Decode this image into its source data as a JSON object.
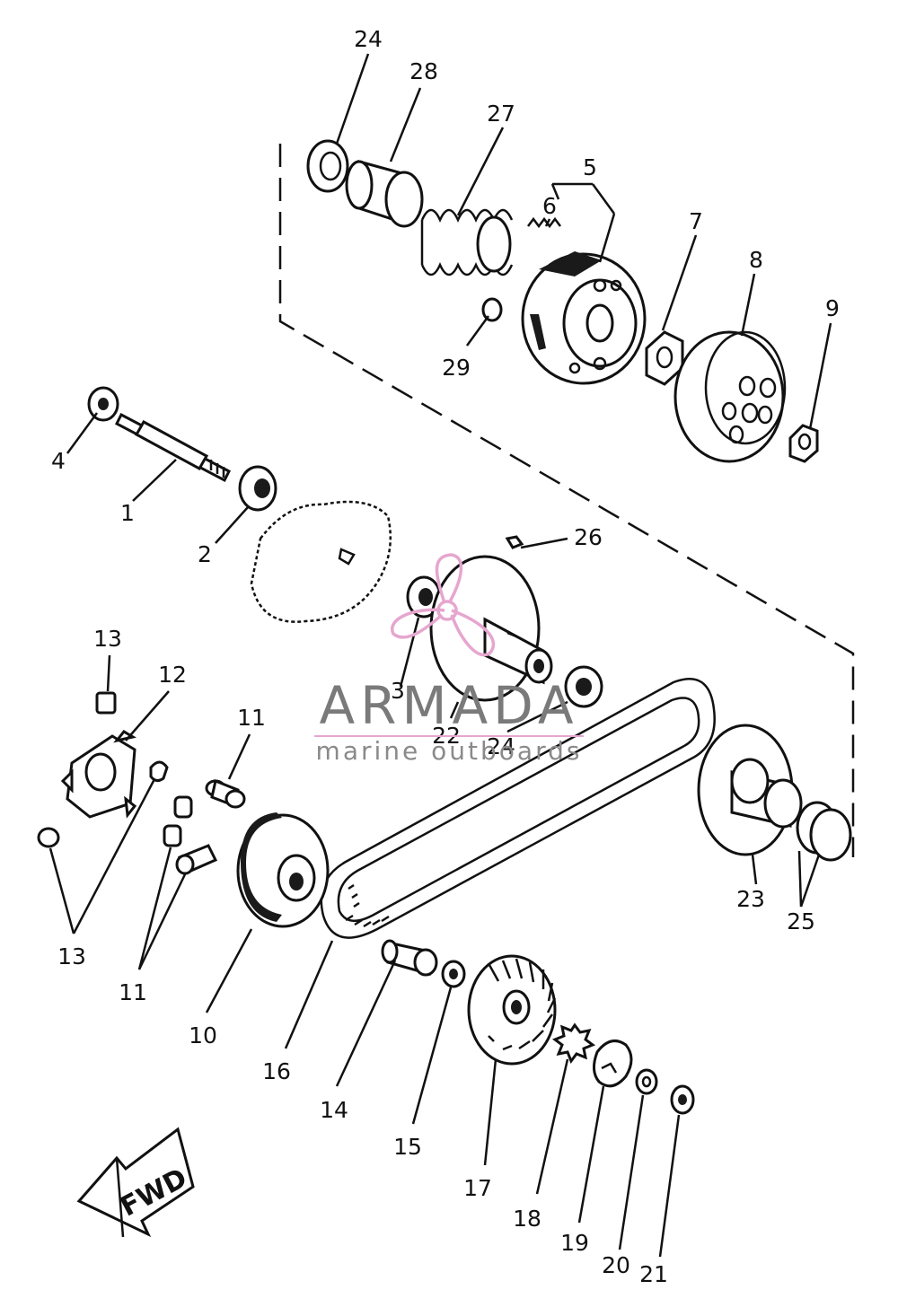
{
  "callouts": [
    {
      "id": "c24a",
      "text": "24"
    },
    {
      "id": "c28",
      "text": "28"
    },
    {
      "id": "c27",
      "text": "27"
    },
    {
      "id": "c5",
      "text": "5"
    },
    {
      "id": "c6",
      "text": "6"
    },
    {
      "id": "c7",
      "text": "7"
    },
    {
      "id": "c8",
      "text": "8"
    },
    {
      "id": "c9",
      "text": "9"
    },
    {
      "id": "c29",
      "text": "29"
    },
    {
      "id": "c4",
      "text": "4"
    },
    {
      "id": "c1",
      "text": "1"
    },
    {
      "id": "c2",
      "text": "2"
    },
    {
      "id": "c26",
      "text": "26"
    },
    {
      "id": "c13a",
      "text": "13"
    },
    {
      "id": "c12",
      "text": "12"
    },
    {
      "id": "c11a",
      "text": "11"
    },
    {
      "id": "c3",
      "text": "3"
    },
    {
      "id": "c22",
      "text": "22"
    },
    {
      "id": "c24b",
      "text": "24"
    },
    {
      "id": "c23",
      "text": "23"
    },
    {
      "id": "c25",
      "text": "25"
    },
    {
      "id": "c13b",
      "text": "13"
    },
    {
      "id": "c11b",
      "text": "11"
    },
    {
      "id": "c10",
      "text": "10"
    },
    {
      "id": "c16",
      "text": "16"
    },
    {
      "id": "c14",
      "text": "14"
    },
    {
      "id": "c15",
      "text": "15"
    },
    {
      "id": "c17",
      "text": "17"
    },
    {
      "id": "c18",
      "text": "18"
    },
    {
      "id": "c19",
      "text": "19"
    },
    {
      "id": "c20",
      "text": "20"
    },
    {
      "id": "c21",
      "text": "21"
    }
  ],
  "watermark": {
    "brand": "ARMADA",
    "tagline": "marine outboards",
    "logo_color": "#e6a6cf"
  },
  "direction_marker": {
    "label": "FWD"
  }
}
